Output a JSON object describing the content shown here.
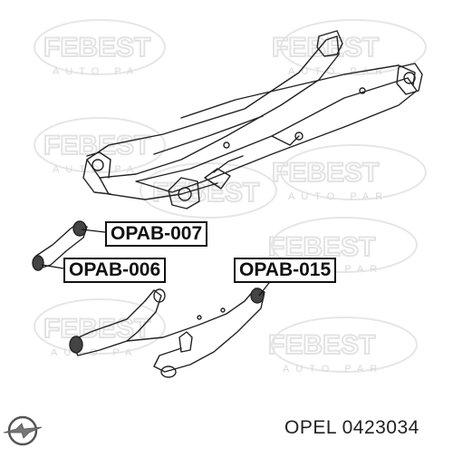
{
  "watermark": {
    "brand": "FEBEST",
    "sub": "AUTO PARTS"
  },
  "callouts": {
    "part_007": "OPAB-007",
    "part_006": "OPAB-006",
    "part_015": "OPAB-015"
  },
  "footer": {
    "brand": "OPEL",
    "part_number": "0423034",
    "logo_icon": "opel-blitz-logo-icon"
  }
}
